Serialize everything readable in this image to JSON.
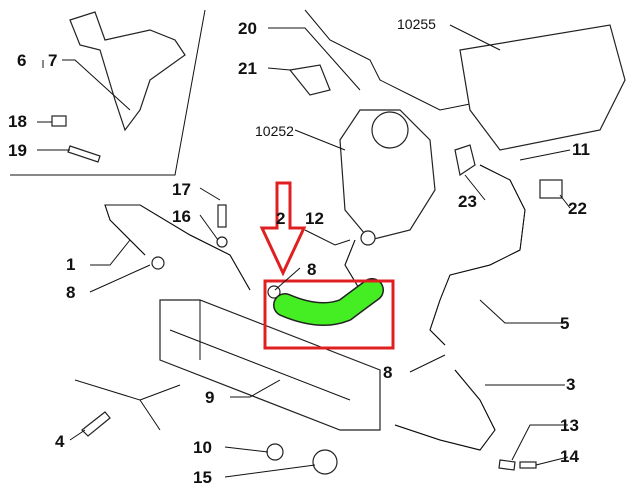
{
  "diagram": {
    "highlight_color": "#e02020",
    "highlight_part_color": "#44ee22",
    "labels": {
      "p6": "6",
      "p7": "7",
      "p18": "18",
      "p19": "19",
      "p20": "20",
      "p21": "21",
      "p10255": "10255",
      "p10252": "10252",
      "p11": "11",
      "p23": "23",
      "p22": "22",
      "p17": "17",
      "p16": "16",
      "p2": "2",
      "p12": "12",
      "p1": "1",
      "p8a": "8",
      "p8b": "8",
      "p8c": "8",
      "p5": "5",
      "p3": "3",
      "p9": "9",
      "p4": "4",
      "p10": "10",
      "p13": "13",
      "p14": "14",
      "p15": "15"
    }
  }
}
